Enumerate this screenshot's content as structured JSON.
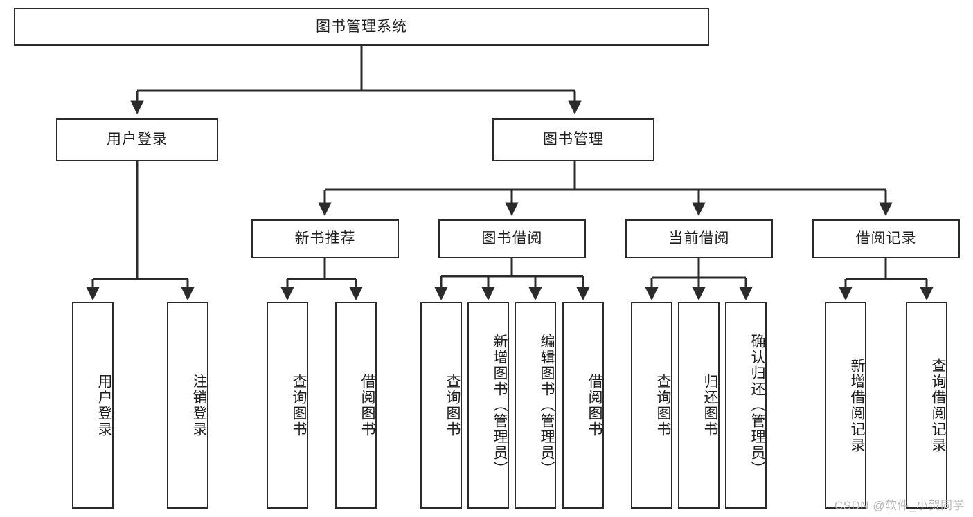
{
  "diagram": {
    "title": "图书管理系统",
    "watermark": "CSDN @软件_小贺同学",
    "stroke_color": "#2b2b2b",
    "background_color": "#ffffff",
    "root": {
      "label": "图书管理系统"
    },
    "level1": [
      {
        "label": "用户登录"
      },
      {
        "label": "图书管理"
      }
    ],
    "level2": [
      {
        "label": "新书推荐"
      },
      {
        "label": "图书借阅"
      },
      {
        "label": "当前借阅"
      },
      {
        "label": "借阅记录"
      }
    ],
    "leaves": [
      {
        "label": "用户登录"
      },
      {
        "label": "注销登录"
      },
      {
        "label": "查询图书"
      },
      {
        "label": "借阅图书"
      },
      {
        "label": "查询图书"
      },
      {
        "label": "新增图书（管理员）"
      },
      {
        "label": "编辑图书（管理员）"
      },
      {
        "label": "借阅图书"
      },
      {
        "label": "查询图书"
      },
      {
        "label": "归还图书"
      },
      {
        "label": "确认归还（管理员）"
      },
      {
        "label": "新增借阅记录"
      },
      {
        "label": "查询借阅记录"
      }
    ]
  }
}
